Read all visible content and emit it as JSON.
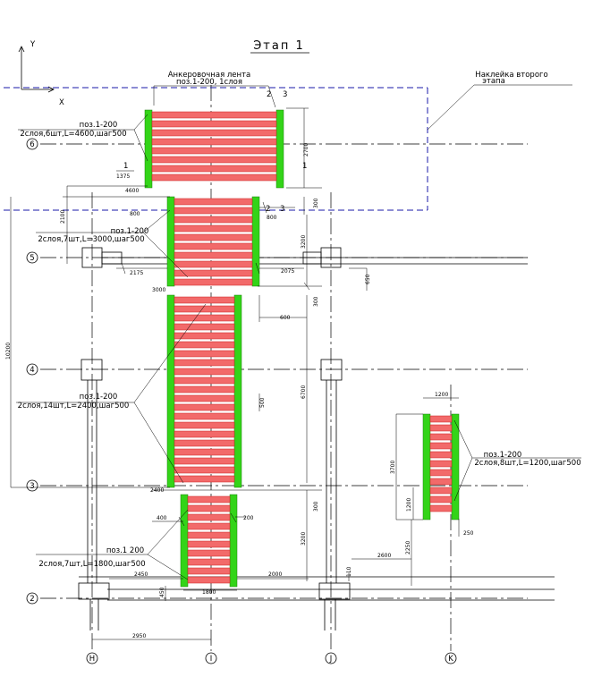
{
  "title": "Этап 1",
  "axis_y_label": "Y",
  "axis_x_label": "X",
  "labels": {
    "anchor_line1": "Анкеровочная лента",
    "anchor_line2": "поз.1-200, 1слоя",
    "second_stage_line1": "Наклейка второго",
    "second_stage_line2": "этапа",
    "group6_line1": "поз.1-200",
    "group6_line2": "2слоя,6шт,L=4600,шаг500",
    "group5_line1": "поз.1-200",
    "group5_line2": "2слоя,7шт,L=3000,шаг500",
    "group4_line1": "поз.1-200",
    "group4_line2": "2слоя,14шт,L=2400,шаг500",
    "group2_line1": "поз.1 200",
    "group2_line2": "2слоя,7шт,L=1800,шаг500",
    "groupk_line1": "поз.1-200",
    "groupk_line2": "2слоя,8шт,L=1200,шаг500"
  },
  "markers": {
    "m2": "2",
    "m3": "3",
    "m1a": "1",
    "m1b": "1",
    "m1375": "1375",
    "m2b": "2",
    "m3b": "3"
  },
  "row_axes": [
    "6",
    "5",
    "4",
    "3",
    "2"
  ],
  "col_axes": [
    "H",
    "I",
    "J",
    "K"
  ],
  "dims": {
    "d2700": "2700",
    "d4600": "4600",
    "d300a": "300",
    "d800": "800",
    "d800b": "800",
    "d2100": "2100",
    "d3200a": "3200",
    "d2175": "2175",
    "d2075": "2075",
    "d650": "650",
    "d3000": "3000",
    "d300b": "300",
    "d600": "600",
    "d10200": "10200",
    "d500": "500",
    "d6700": "6700",
    "d2400": "2400",
    "d300c": "300",
    "d400": "400",
    "d200": "200",
    "d3200b": "3200",
    "d2450": "2450",
    "d2000": "2000",
    "d450": "450",
    "d1800": "1800",
    "d110": "110",
    "d2600": "2600",
    "d2250": "2250",
    "d1200a": "1200",
    "d3700": "3700",
    "d1200b": "1200",
    "d250": "250",
    "d2950": "2950"
  }
}
